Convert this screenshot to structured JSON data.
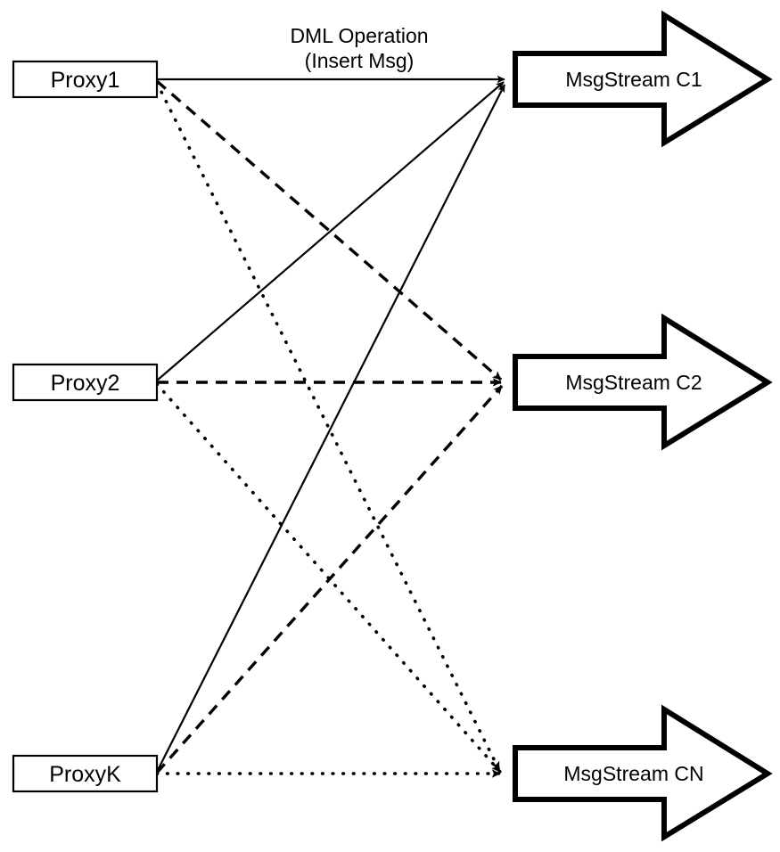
{
  "diagram": {
    "title": "Proxy to MsgStream routing diagram",
    "background_color": "#ffffff",
    "stroke_color": "#000000",
    "edge_label": {
      "line1": "DML Operation",
      "line2": "(Insert Msg)"
    },
    "proxies": [
      {
        "id": "proxy1",
        "label": "Proxy1"
      },
      {
        "id": "proxy2",
        "label": "Proxy2"
      },
      {
        "id": "proxyK",
        "label": "ProxyK"
      }
    ],
    "streams": [
      {
        "id": "c1",
        "label": "MsgStream C1",
        "line_style": "solid"
      },
      {
        "id": "c2",
        "label": "MsgStream C2",
        "line_style": "dashed"
      },
      {
        "id": "cn",
        "label": "MsgStream CN",
        "line_style": "dotted"
      }
    ],
    "links": [
      {
        "from": "proxy1",
        "to": "c1",
        "style": "solid"
      },
      {
        "from": "proxy1",
        "to": "c2",
        "style": "dashed"
      },
      {
        "from": "proxy1",
        "to": "cn",
        "style": "dotted"
      },
      {
        "from": "proxy2",
        "to": "c1",
        "style": "solid"
      },
      {
        "from": "proxy2",
        "to": "c2",
        "style": "dashed"
      },
      {
        "from": "proxy2",
        "to": "cn",
        "style": "dotted"
      },
      {
        "from": "proxyK",
        "to": "c1",
        "style": "solid"
      },
      {
        "from": "proxyK",
        "to": "c2",
        "style": "dashed"
      },
      {
        "from": "proxyK",
        "to": "cn",
        "style": "dotted"
      }
    ]
  }
}
